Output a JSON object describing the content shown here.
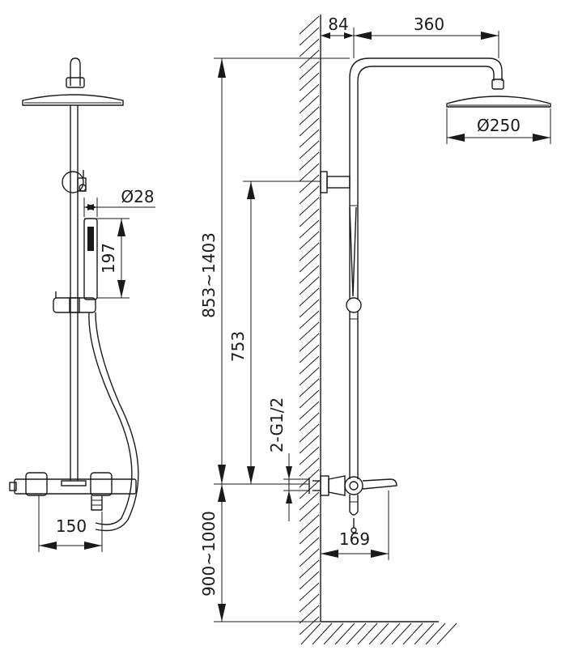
{
  "dimensions": {
    "front_width": "150",
    "front_hand_diameter": "Ø28",
    "front_hand_length": "197",
    "side_arm_offset": "84",
    "side_arm_reach": "360",
    "head_diameter": "Ø250",
    "total_height": "853~1403",
    "bracket_height": "753",
    "inlet_thread": "2-G1/2",
    "spout_reach": "169",
    "mount_height": "900~1000"
  }
}
